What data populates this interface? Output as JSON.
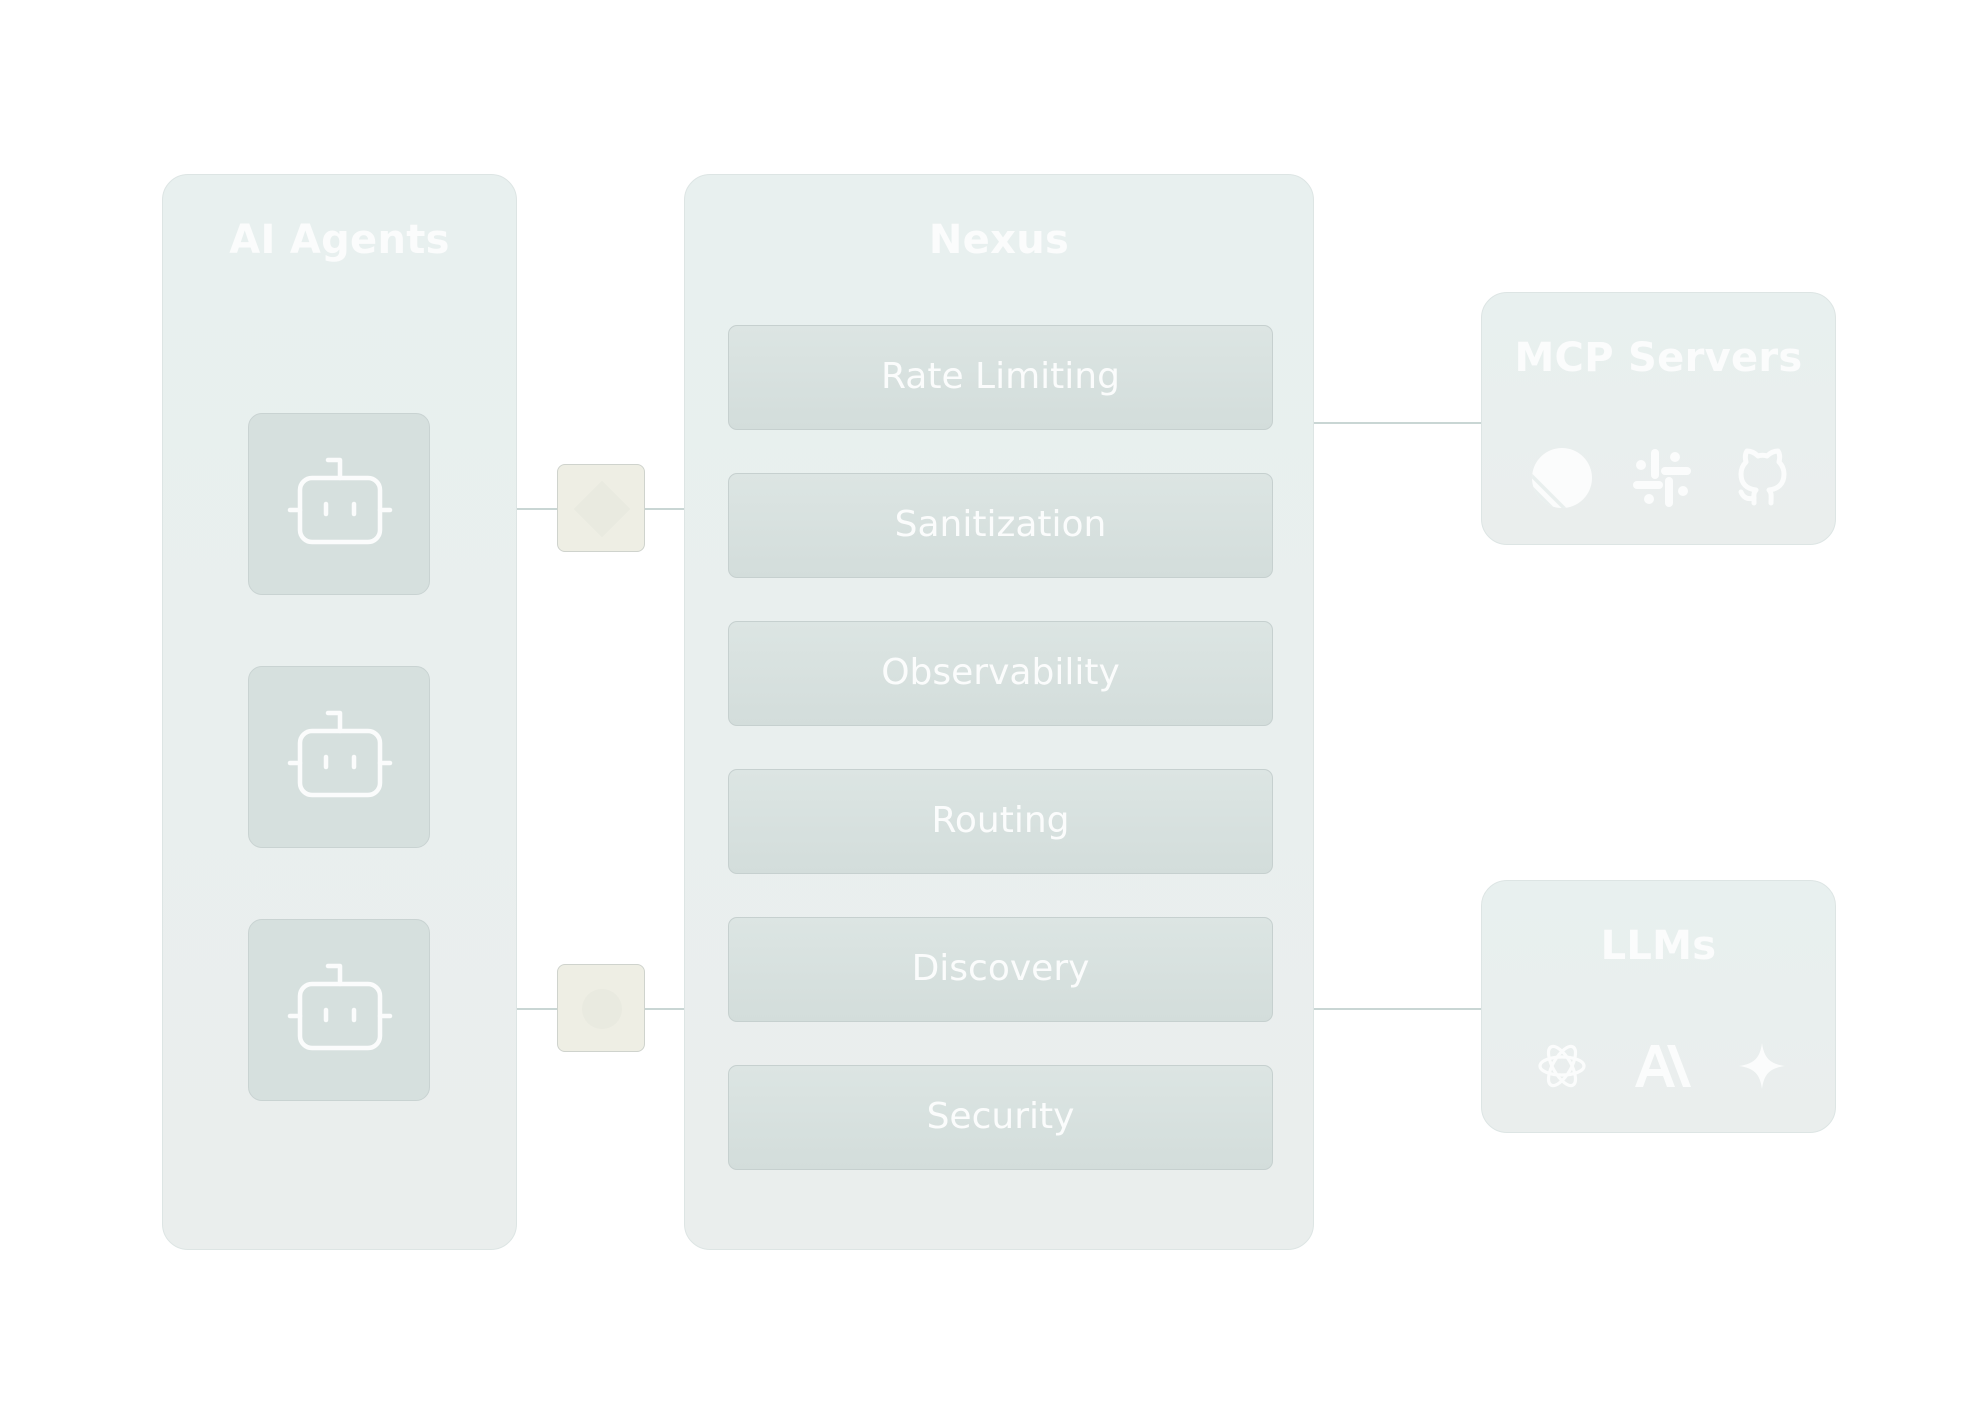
{
  "agents": {
    "title": "AI Agents",
    "items": [
      {
        "icon": "robot-icon"
      },
      {
        "icon": "robot-icon"
      },
      {
        "icon": "robot-icon"
      }
    ]
  },
  "nexus": {
    "title": "Nexus",
    "layers": [
      "Rate Limiting",
      "Sanitization",
      "Observability",
      "Routing",
      "Discovery",
      "Security"
    ]
  },
  "mcp_servers": {
    "title": "MCP Servers",
    "icons": [
      "linear-icon",
      "slack-icon",
      "github-icon"
    ]
  },
  "llms": {
    "title": "LLMs",
    "icons": [
      "openai-icon",
      "anthropic-icon",
      "gemini-icon"
    ]
  },
  "colors": {
    "panel": "#e9efee",
    "tile": "#d6e0de",
    "connector": "#eeeee4",
    "text": "#fbfcfc",
    "line": "#c9d6d4"
  }
}
